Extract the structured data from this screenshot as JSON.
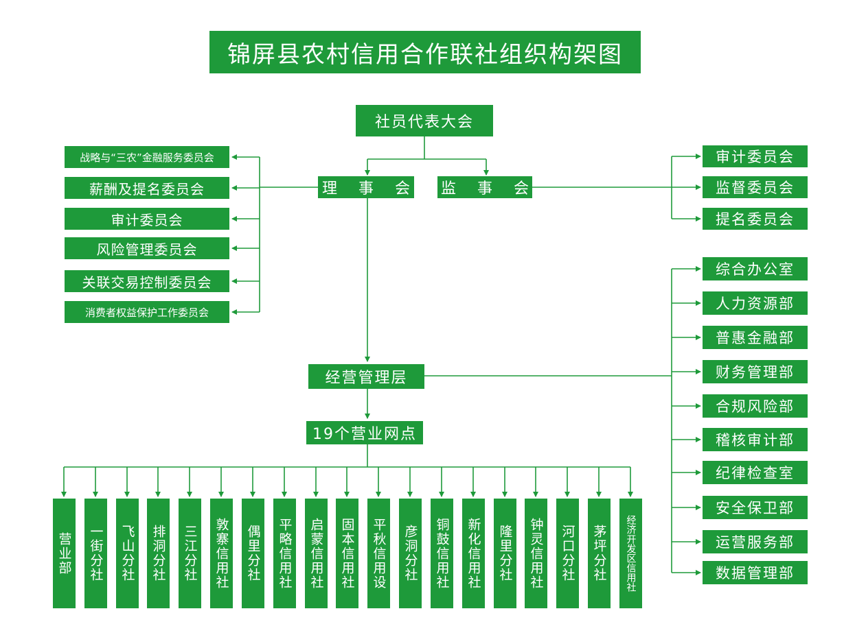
{
  "title": "锦屏县农村信用合作联社组织构架图",
  "colors": {
    "box": "#1e9a3a",
    "line": "#1e9a3a",
    "text": "#ffffff",
    "background": "#ffffff"
  },
  "top_node": "社员代表大会",
  "board": "理 事 会",
  "supervisory_board": "监 事 会",
  "board_committees": [
    "战略与“三农”金融服务委员会",
    "薪酬及提名委员会",
    "审计委员会",
    "风险管理委员会",
    "关联交易控制委员会",
    "消费者权益保护工作委员会"
  ],
  "supervisory_committees": [
    "审计委员会",
    "监督委员会",
    "提名委员会"
  ],
  "management": "经营管理层",
  "departments": [
    "综合办公室",
    "人力资源部",
    "普惠金融部",
    "财务管理部",
    "合规风险部",
    "稽核审计部",
    "纪律检查室",
    "安全保卫部",
    "运营服务部",
    "数据管理部"
  ],
  "outlets_label": "19个营业网点",
  "outlets": [
    "营业部",
    "一街分社",
    "飞山分社",
    "排洞分社",
    "三江分社",
    "敦寨信用社",
    "偶里分社",
    "平略信用社",
    "启蒙信用社",
    "固本信用社",
    "平秋信用设",
    "彦洞分社",
    "铜鼓信用社",
    "新化信用社",
    "隆里分社",
    "钟灵信用社",
    "河口分社",
    "茅坪分社",
    "经济开发区信用社"
  ]
}
